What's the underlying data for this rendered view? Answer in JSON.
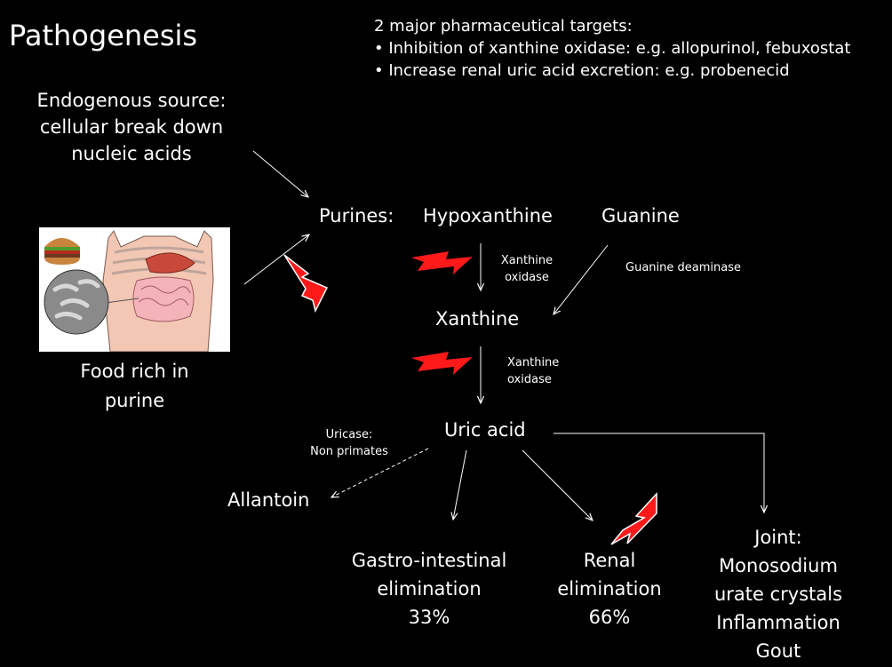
{
  "title": "Pathogenesis",
  "targets": {
    "heading": "2 major pharmaceutical targets:",
    "items": [
      "• Inhibition of xanthine oxidase: e.g. allopurinol, febuxostat",
      "• Increase renal uric acid excretion: e.g. probenecid"
    ]
  },
  "endogenous": [
    "Endogenous source:",
    "cellular break down",
    "nucleic acids"
  ],
  "food_label": [
    "Food rich in",
    "purine"
  ],
  "nodes": {
    "purines": "Purines:",
    "hypoxanthine": "Hypoxanthine",
    "guanine": "Guanine",
    "xanthine": "Xanthine",
    "uric_acid": "Uric acid",
    "allantoin": "Allantoin"
  },
  "enzymes": {
    "xo1": [
      "Xanthine",
      "oxidase"
    ],
    "guanine_deaminase": "Guanine deaminase",
    "xo2": [
      "Xanthine",
      "oxidase"
    ],
    "uricase": [
      "Uricase:",
      "Non primates"
    ]
  },
  "outcomes": {
    "gi": [
      "Gastro-intestinal",
      "elimination",
      "33%"
    ],
    "renal": [
      "Renal",
      "elimination",
      "66%"
    ],
    "joint": [
      "Joint:",
      "Monosodium",
      "urate crystals",
      "Inflammation",
      "Gout"
    ]
  },
  "colors": {
    "background": "#000000",
    "text": "#ffffff",
    "bolt": "#ff0000"
  }
}
